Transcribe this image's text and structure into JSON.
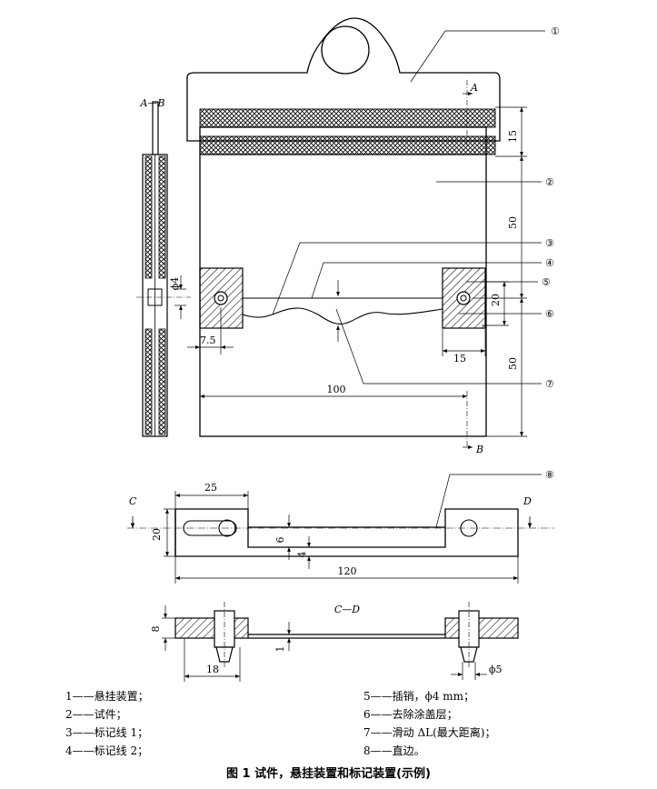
{
  "callouts": [
    "①",
    "②",
    "③",
    "④",
    "⑤",
    "⑥",
    "⑦",
    "⑧"
  ],
  "dims": {
    "d15_top": "15",
    "d50_upper": "50",
    "d50_lower": "50",
    "d20_mark": "20",
    "d100": "100",
    "d7_5": "7.5",
    "d15_block": "15",
    "phi4": "ϕ4",
    "d25": "25",
    "d20_left": "20",
    "d6": "6",
    "d4": "4",
    "d120": "120",
    "d8": "8",
    "d1": "1",
    "d18": "18",
    "phi5": "ϕ5"
  },
  "section_labels": {
    "ab": "A—B",
    "a": "A",
    "b": "B",
    "c": "C",
    "d": "D",
    "cd": "C—D"
  },
  "legend": [
    "1——悬挂装置；",
    "2——试件；",
    "3——标记线 1；",
    "4——标记线 2；",
    "5——插销，ϕ4 mm；",
    "6——去除涂盖层；",
    "7——滑动 ΔL(最大距离)；",
    "8——直边。"
  ],
  "caption": "图 1   试件，悬挂装置和标记装置(示例)"
}
